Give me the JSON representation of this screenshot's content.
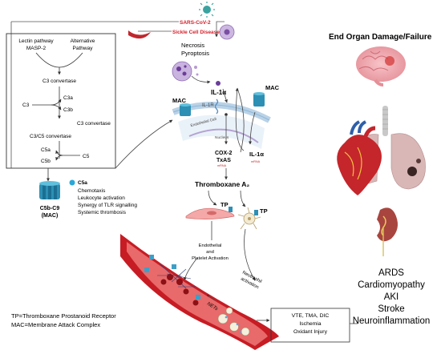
{
  "triggers": {
    "sars": "SARS-CoV-2",
    "scd": "Sickle Cell Disease"
  },
  "complement_box": {
    "lectin": [
      "Lectin pathway",
      "MASP-2"
    ],
    "alternative": [
      "Alternative",
      "Pathway"
    ],
    "c3_convertase": "C3 convertase",
    "c3": "C3",
    "c3a": "C3a",
    "c3b": "C3b",
    "c3_convertase_2": "C3 convertase",
    "c3c5_convertase": "C3/C5 convertase",
    "c5a": "C5a",
    "c5b": "C5b",
    "c5": "C5"
  },
  "mac_left": [
    "C5b-C9",
    "(MAC)"
  ],
  "c5a_effects": {
    "label": "C5a",
    "items": [
      "Chemotaxis",
      "Leukocyte activation",
      "Synergy of TLR signalling",
      "Systemic thrombosis"
    ]
  },
  "cell_death": [
    "Necrosis",
    "Pyroptosis"
  ],
  "endothelium": {
    "il1a_top": "IL-1α",
    "mac_left_label": "MAC",
    "mac_right_label": "MAC",
    "il1r": "IL-1R",
    "endothelial_cell": "Endothelial Cell",
    "nucleus": "Nucleus",
    "cox2": "COX-2",
    "txas": "TxAS",
    "mrna_left": "mRNA",
    "il1a_bottom": "IL-1α",
    "mrna_right": "mRNA"
  },
  "thromboxane": "Thromboxane A₂",
  "tp_left": "TP",
  "tp_right": "TP",
  "activation": [
    "Endothelial",
    "and",
    "Platelet Activation"
  ],
  "neutrophil": [
    "Neutrophil",
    "activation"
  ],
  "nets": "NETs",
  "outcome_box": [
    "VTE, TMA, DIC",
    "Ischemia",
    "Oxidant Injury"
  ],
  "end_organ_title": "End Organ Damage/Failure",
  "conditions": [
    "ARDS",
    "Cardiomyopathy",
    "AKI",
    "Stroke",
    "Neuroinflammation"
  ],
  "legend": [
    "TP=Thromboxane Prostanoid Receptor",
    "MAC=Membrane Attack Complex"
  ]
}
